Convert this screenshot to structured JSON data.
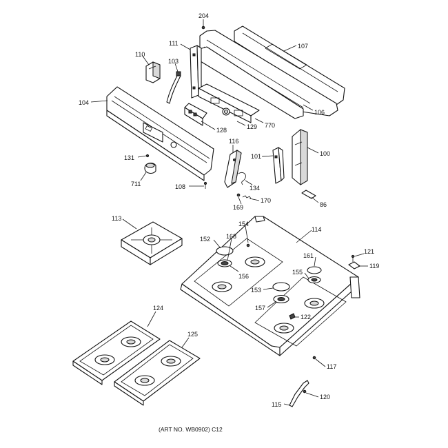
{
  "caption": "(ART NO. WB0902) C12",
  "labels": {
    "204": "204",
    "111": "111",
    "107": "107",
    "110": "110",
    "103": "103",
    "104": "104",
    "106": "106",
    "770": "770",
    "129": "129",
    "128": "128",
    "116": "116",
    "101": "101",
    "100": "100",
    "131": "131",
    "711": "711",
    "134": "134",
    "108": "108",
    "169": "169",
    "170": "170",
    "86": "86",
    "113": "113",
    "154": "154",
    "114": "114",
    "152": "152",
    "168": "168",
    "161": "161",
    "121": "121",
    "119": "119",
    "156": "156",
    "155": "155",
    "153": "153",
    "157": "157",
    "122": "122",
    "124": "124",
    "125": "125",
    "117": "117",
    "120": "120",
    "115": "115"
  }
}
